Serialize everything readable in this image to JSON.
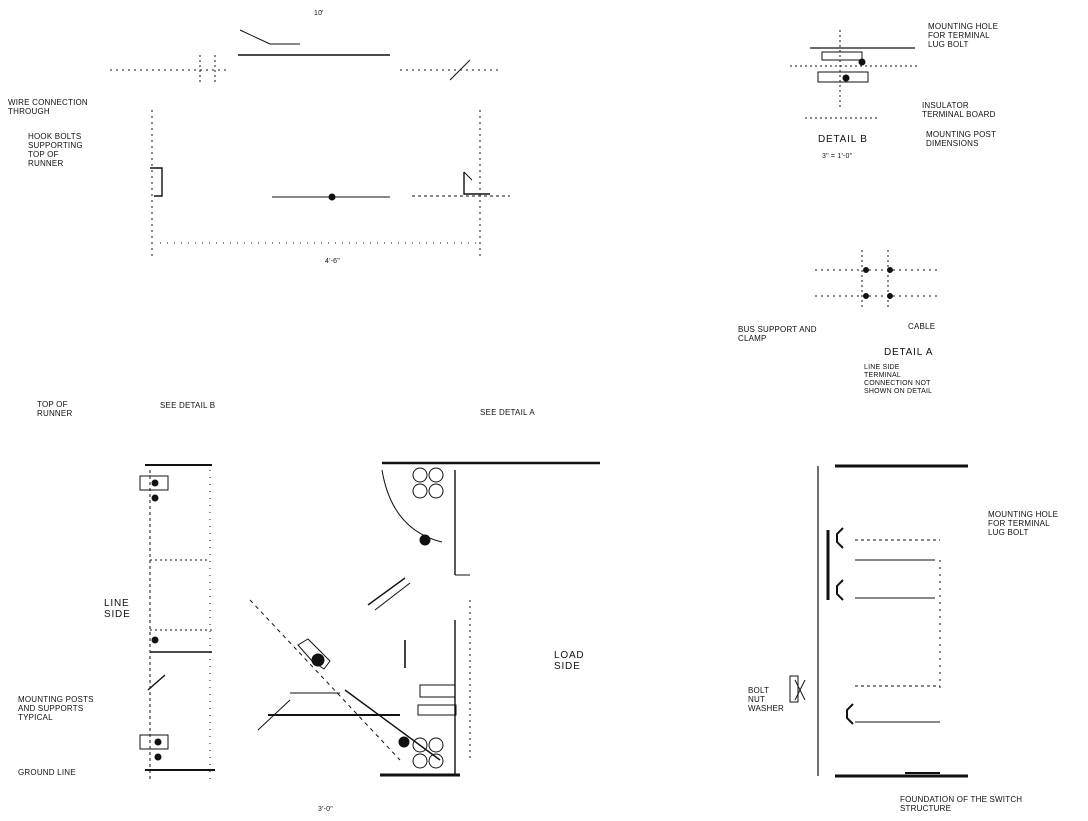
{
  "diagram": {
    "ink_color": "#111111",
    "paper_color": "#ffffff",
    "labels": {
      "wire_connection_top": "WIRE CONNECTION\nTHROUGH",
      "hook_bolts_note": "HOOK BOLTS\nSUPPORTING\nTOP OF\nRUNNER",
      "detail_b": "DETAIL B",
      "detail_b_scale": "3\" = 1'-0\"",
      "detail_a": "DETAIL A",
      "detail_a_note": "LINE SIDE\nTERMINAL\nCONNECTION NOT\nSHOWN ON DETAIL",
      "top_of_runner": "TOP OF\nRUNNER",
      "see_detail_b": "SEE DETAIL B",
      "see_detail_a": "SEE DETAIL A",
      "line_side": "LINE\nSIDE",
      "load_side": "LOAD\nSIDE",
      "mounting_note": "MOUNTING POSTS\nAND SUPPORTS\nTYPICAL",
      "ground_note": "GROUND LINE",
      "mounting_hole_note": "MOUNTING HOLE\nFOR TERMINAL\nLUG BOLT",
      "bus_support_note": "BUS SUPPORT AND\nCLAMP",
      "cable_note": "CABLE",
      "insulator_note": "INSULATOR\nTERMINAL BOARD",
      "mount_post_note": "MOUNTING POST\nDIMENSIONS",
      "bolt_note": "BOLT\nNUT\nWASHER",
      "runner_note": "FOUNDATION OF THE SWITCH\nSTRUCTURE",
      "dim_top": "10'",
      "dim_mid": "4'-6\"",
      "dim_bottom": "3'-0\""
    }
  }
}
